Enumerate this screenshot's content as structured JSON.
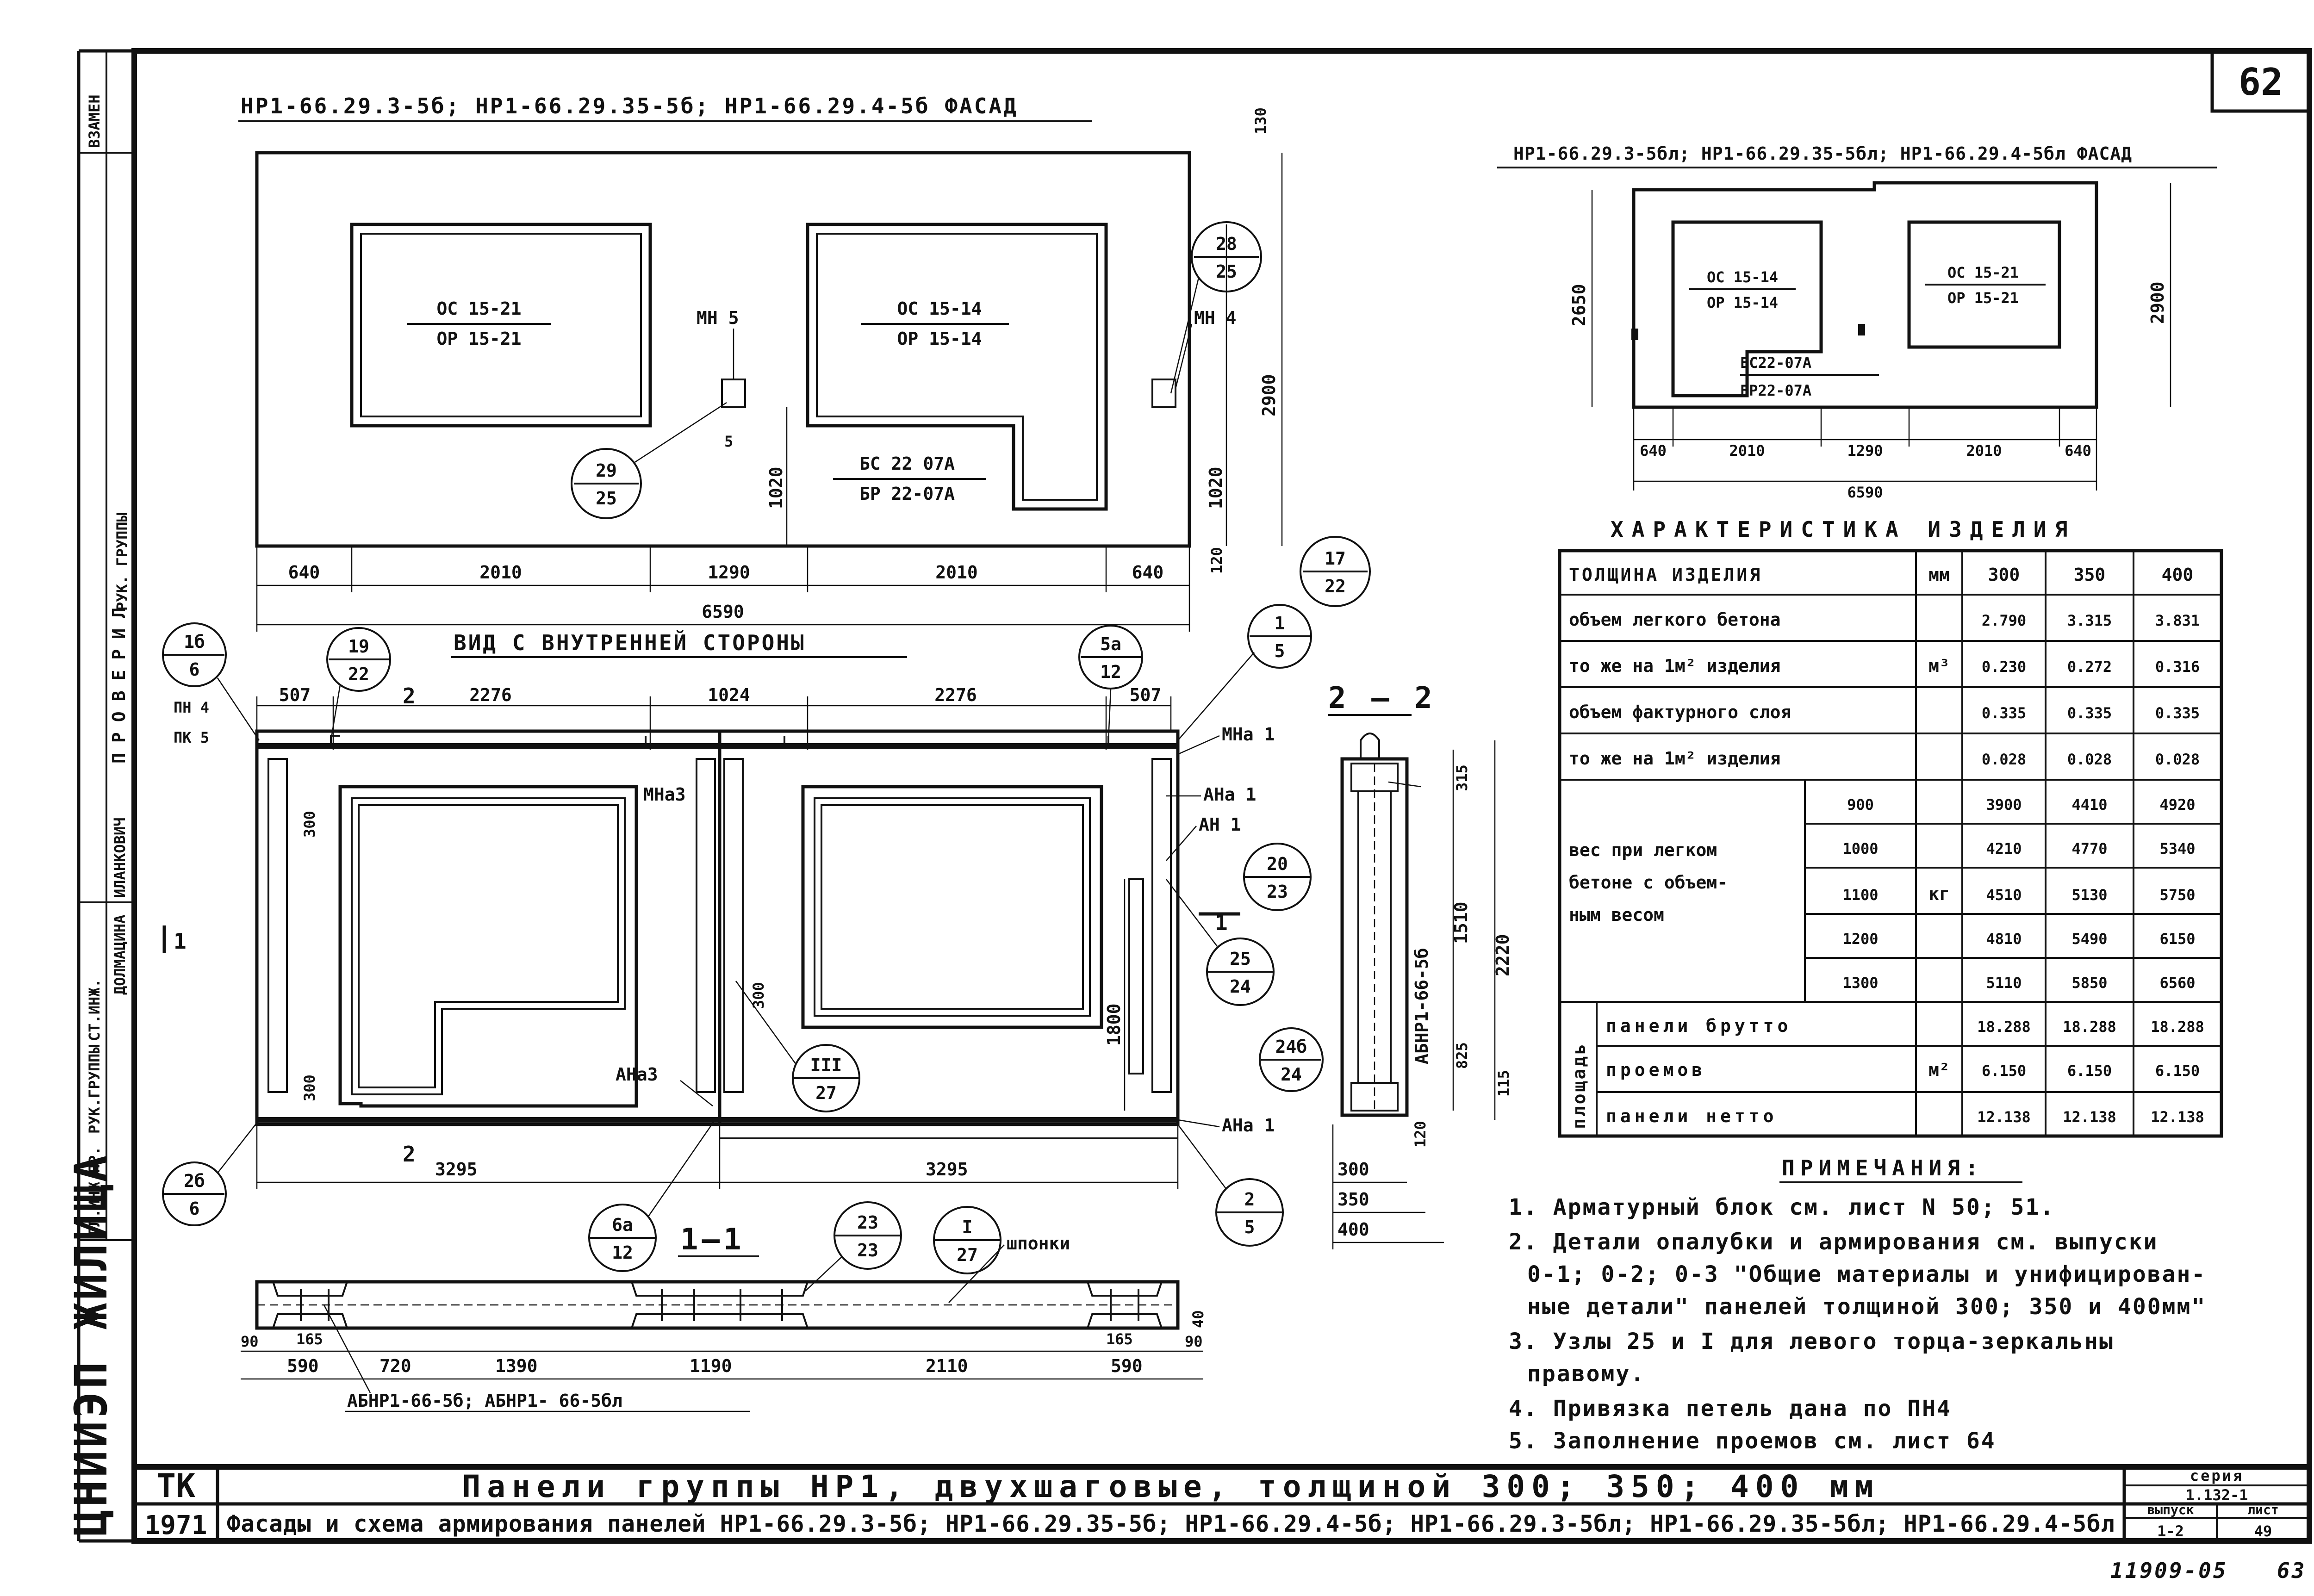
{
  "sheet": {
    "number": "62",
    "inventory_number": "11909-05",
    "page_number": "63",
    "org_stamp": "ЦНИИЭП ЖИЛИЩА"
  },
  "left_stamp": {
    "replacement": "ВЗАМЕН",
    "checked": "ПРОВЕРИЛ",
    "rows": [
      "ГЛ.ИНЖ.ПР.",
      "РУК.ГРУППЫ",
      "СТ.ИНЖ."
    ],
    "names": [
      "ДОЛМАЦИНА",
      "ИЛАНКОВИЧ"
    ],
    "group_head": "РУК. ГРУППЫ"
  },
  "facade_a": {
    "title": "НР1-66.29.3-5б; НР1-66.29.35-5б; НР1-66.29.4-5б  ФАСАД",
    "window1_top": "ОС 15-21",
    "window1_bottom": "ОР 15-21",
    "window2_top": "ОС 15-14",
    "window2_bottom": "ОР 15-14",
    "door_top": "БС 22 07А",
    "door_bottom": "БР 22-07А",
    "mn_left": "МН 5",
    "mn_right": "МН 4",
    "dim_bottom": [
      "640",
      "2010",
      "1290",
      "2010",
      "640"
    ],
    "dim_total": "6590",
    "dim_right": [
      "130",
      "2900",
      "1020",
      "120"
    ],
    "dim_inner_1020": "1020",
    "dim_5": "5",
    "callout_28": [
      "28",
      "25"
    ],
    "callout_29": [
      "29",
      "25"
    ],
    "callout_17": [
      "17",
      "22"
    ]
  },
  "inside_view": {
    "title": "ВИД С ВНУТРЕННЕЙ СТОРОНЫ",
    "dims_top": [
      "507",
      "2276",
      "1024",
      "2276",
      "507"
    ],
    "dims_bottom": [
      "3295",
      "3295"
    ],
    "pn4": "ПН 4",
    "pk5": "ПК 5",
    "labels": [
      "МНа 1",
      "АНа 1",
      "АН 1",
      "МНа3",
      "АНа3",
      "АНа 1"
    ],
    "dim_300a": "300",
    "dim_300b": "300",
    "dim_300c": "300",
    "dim_1800": "1800",
    "section_1": "1",
    "section_2": "2",
    "callouts": [
      [
        "1б",
        "6"
      ],
      [
        "19",
        "22"
      ],
      [
        "5а",
        "12"
      ],
      [
        "1",
        "5"
      ],
      [
        "20",
        "23"
      ],
      [
        "25",
        "24"
      ],
      [
        "24б",
        "24"
      ],
      [
        "III",
        "27"
      ],
      [
        "2б",
        "6"
      ],
      [
        "6а",
        "12"
      ],
      [
        "23",
        "23"
      ],
      [
        "I",
        "27"
      ],
      [
        "2",
        "5"
      ]
    ],
    "keys_label": "шпонки"
  },
  "section_22": {
    "title": "2 — 2",
    "element": "АБНР1-66-5б",
    "dims_right": [
      "315",
      "1510",
      "2220",
      "825",
      "115",
      "120"
    ],
    "thickness": [
      "300",
      "350",
      "400"
    ]
  },
  "section_11": {
    "title": "1—1",
    "dims": [
      "90",
      "165",
      "590",
      "720",
      "1390",
      "1190",
      "2110",
      "165",
      "590",
      "90",
      "40"
    ],
    "element": "АБНР1-66-5б; АБНР1- 66-5бл"
  },
  "facade_b": {
    "title": "НР1-66.29.3-5бл; НР1-66.29.35-5бл; НР1-66.29.4-5бл  ФАСАД",
    "window1_top": "ОС 15-14",
    "window1_bottom": "ОР 15-14",
    "window2_top": "ОС 15-21",
    "window2_bottom": "ОР 15-21",
    "door_top": "БС22-07А",
    "door_bottom": "БР22-07А",
    "dim_left": "2650",
    "dim_right": "2900",
    "dim_bottom": [
      "640",
      "2010",
      "1290",
      "2010",
      "640"
    ],
    "dim_total": "6590"
  },
  "table": {
    "title": "ХАРАКТЕРИСТИКА ИЗДЕЛИЯ",
    "header": [
      "ТОЛЩИНА ИЗДЕЛИЯ",
      "мм",
      "300",
      "350",
      "400"
    ],
    "rows": [
      {
        "label": "объем легкого бетона",
        "unit": "",
        "v": [
          "2.790",
          "3.315",
          "3.831"
        ]
      },
      {
        "label": "то же на 1м² изделия",
        "unit": "м³",
        "v": [
          "0.230",
          "0.272",
          "0.316"
        ]
      },
      {
        "label": "объем фактурного слоя",
        "unit": "",
        "v": [
          "0.335",
          "0.335",
          "0.335"
        ]
      },
      {
        "label": "то же на 1м² изделия",
        "unit": "",
        "v": [
          "0.028",
          "0.028",
          "0.028"
        ]
      }
    ],
    "weight_label": [
      "вес при легком",
      "бетоне с объем-",
      "ным весом"
    ],
    "weight_unit": "кг",
    "weight_rows": [
      {
        "d": "900",
        "v": [
          "3900",
          "4410",
          "4920"
        ]
      },
      {
        "d": "1000",
        "v": [
          "4210",
          "4770",
          "5340"
        ]
      },
      {
        "d": "1100",
        "v": [
          "4510",
          "5130",
          "5750"
        ]
      },
      {
        "d": "1200",
        "v": [
          "4810",
          "5490",
          "6150"
        ]
      },
      {
        "d": "1300",
        "v": [
          "5110",
          "5850",
          "6560"
        ]
      }
    ],
    "area_label": "площадь",
    "area_unit": "м²",
    "area_rows": [
      {
        "label": "панели брутто",
        "v": [
          "18.288",
          "18.288",
          "18.288"
        ]
      },
      {
        "label": "проемов",
        "v": [
          "6.150",
          "6.150",
          "6.150"
        ]
      },
      {
        "label": "панели нетто",
        "v": [
          "12.138",
          "12.138",
          "12.138"
        ]
      }
    ]
  },
  "notes": {
    "title": "ПРИМЕЧАНИЯ:",
    "lines": [
      "1. Арматурный блок см. лист N 50; 51.",
      "2. Детали опалубки и армирования см. выпуски",
      "0-1; 0-2; 0-3 \"Общие материалы и унифицирован-",
      "ные детали\" панелей толщиной 300; 350 и 400мм\"",
      "3. Узлы 25 и I для левого торца-зеркальны",
      "правому.",
      "4. Привязка петель дана по ПН4",
      "5. Заполнение проемов см. лист 64"
    ]
  },
  "title_block": {
    "org": "ТК",
    "year": "1971",
    "title": "Панели группы НР1, двухшаговые, толщиной 300; 350; 400 мм",
    "subtitle": "Фасады и схема армирования панелей НР1-66.29.3-5б; НР1-66.29.35-5б; НР1-66.29.4-5б; НР1-66.29.3-5бл; НР1-66.29.35-5бл; НР1-66.29.4-5бл",
    "series_label": "серия",
    "series": "1.132-1",
    "issue_label": "выпуск",
    "issue": "1-2",
    "sheet_label": "лист",
    "sheet": "49"
  }
}
